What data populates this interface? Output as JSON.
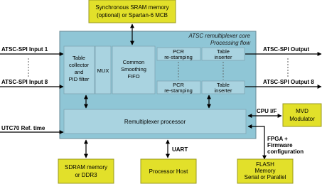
{
  "core": {
    "title": "ATSC remultiplexer core",
    "subtitle": "Processing flow"
  },
  "top_block": {
    "line1": "Synchronous SRAM memory",
    "line2": "(optional) or Spartan-6 MCB"
  },
  "blocks": {
    "table_collector": [
      "Table",
      "collector",
      "and",
      "PID filter"
    ],
    "mux": "MUX",
    "fifo": [
      "Common",
      "Smoothing",
      "FIFO"
    ],
    "pcr1": [
      "PCR",
      "re-stamping"
    ],
    "pcr2": [
      "PCR",
      "re-stamping"
    ],
    "inserter1": [
      "Table",
      "inserter"
    ],
    "inserter2": [
      "Table",
      "inserter"
    ],
    "processor": "Remultiplexer processor"
  },
  "io": {
    "input1": "ATSC-SPI Input 1",
    "input8": "ATSC-SPI Input 8",
    "output1": "ATSC-SPI Output",
    "output8": "ATSC-SPI Output 8",
    "utc": "UTC70 Ref. time",
    "cpu": "CPU I/F",
    "uart": "UART",
    "fpga": [
      "FPGA +",
      "Firmware",
      "configuration"
    ]
  },
  "externals": {
    "mvd": [
      "MVD",
      "Modulator"
    ],
    "sdram": [
      "SDRAM memory",
      "or DDR3"
    ],
    "host": "Processor Host",
    "flash": [
      "FLASH",
      "Memory",
      "Serial or Parallel"
    ]
  },
  "colors": {
    "core_fill": "#8fc6d6",
    "block_fill": "#a9d3e0",
    "yellow": "#e2e02a"
  }
}
